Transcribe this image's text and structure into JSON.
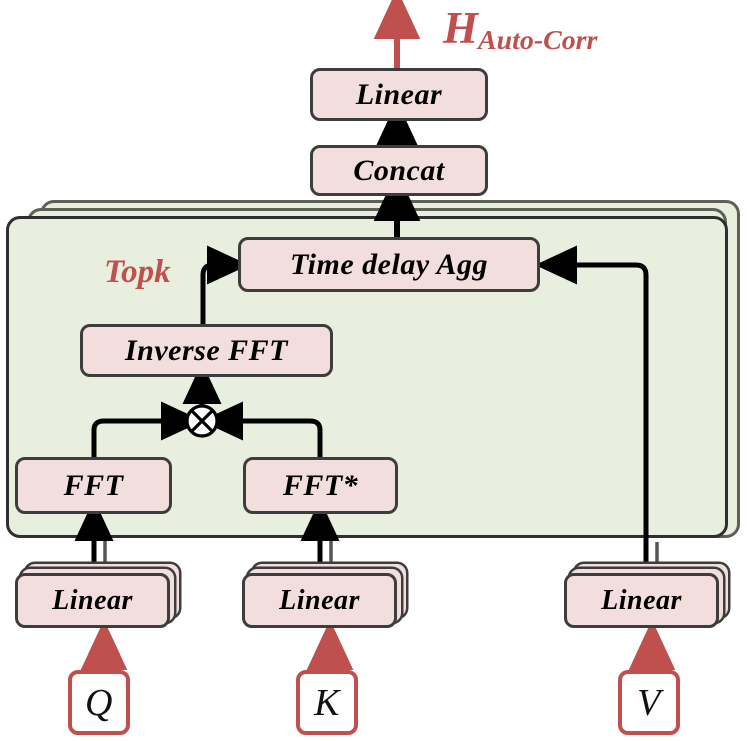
{
  "diagram": {
    "title": "H",
    "title_subscript": "Auto-Corr",
    "topk_label": "Topk",
    "multiply_icon": "circle-times-icon",
    "colors": {
      "accent_red": "#c0504d",
      "box_fill_pink": "#f2dfdd",
      "box_border_gray": "#3d3d3d",
      "panel_fill_green": "#e9efdf",
      "panel_border": "#2f2f2f",
      "arrow_black": "#000000"
    },
    "blocks": {
      "output_linear": "Linear",
      "concat": "Concat",
      "time_delay_agg": "Time delay Agg",
      "inverse_fft": "Inverse FFT",
      "fft": "FFT",
      "fft_conj": "FFT*",
      "linear_q": "Linear",
      "linear_k": "Linear",
      "linear_v": "Linear"
    },
    "inputs": {
      "query": "Q",
      "key": "K",
      "value": "V"
    }
  }
}
